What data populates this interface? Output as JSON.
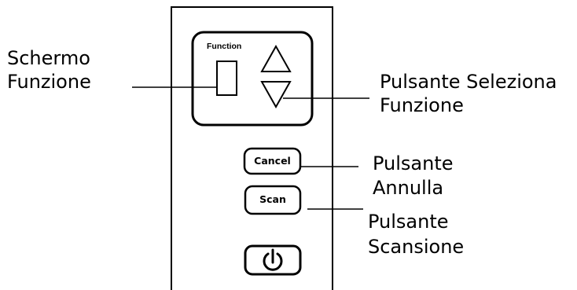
{
  "panel": {
    "function_label": "Function",
    "cancel_label": "Cancel",
    "scan_label": "Scan",
    "power_icon": "power-icon",
    "up_icon": "triangle-up-icon",
    "down_icon": "triangle-down-icon"
  },
  "callouts": {
    "screen": {
      "line1": "Schermo",
      "line2": "Funzione"
    },
    "select": {
      "line1": "Pulsante Seleziona",
      "line2": "Funzione"
    },
    "cancel": {
      "line1": "Pulsante",
      "line2": "Annulla"
    },
    "scan": {
      "line1": "Pulsante",
      "line2": "Scansione"
    }
  }
}
